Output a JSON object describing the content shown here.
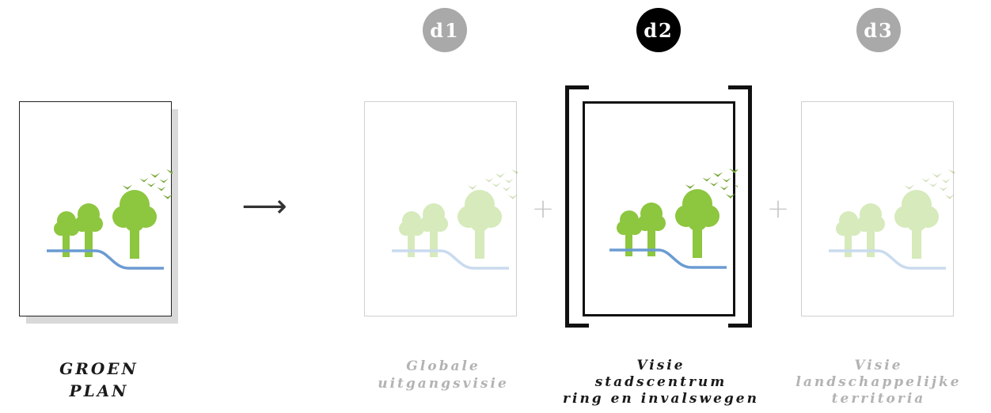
{
  "colors": {
    "tree_green": "#8dc63f",
    "bird_green": "#79a83a",
    "water_blue": "#6b9bd2",
    "badge_inactive": "#a9a9a9",
    "badge_active": "#000000",
    "text_faded": "#b3b3b3",
    "text_dark": "#1a1a1a",
    "shadow": "#d9d9d9"
  },
  "source": {
    "icon": "trees-birds-river-icon",
    "caption_lines": [
      "GROEN",
      "PLAN"
    ]
  },
  "arrow_symbol": "⟶",
  "plus_symbol": "+",
  "panels": [
    {
      "badge": "d1",
      "state": "inactive",
      "icon": "trees-birds-river-icon",
      "caption_lines": [
        "Globale",
        "uitgangsvisie"
      ]
    },
    {
      "badge": "d2",
      "state": "active",
      "icon": "trees-birds-river-icon",
      "caption_lines": [
        "Visie",
        "stadscentrum",
        "ring en invalswegen"
      ]
    },
    {
      "badge": "d3",
      "state": "inactive",
      "icon": "trees-birds-river-icon",
      "caption_lines": [
        "Visie",
        "landschappelijke",
        "territoria"
      ]
    }
  ]
}
